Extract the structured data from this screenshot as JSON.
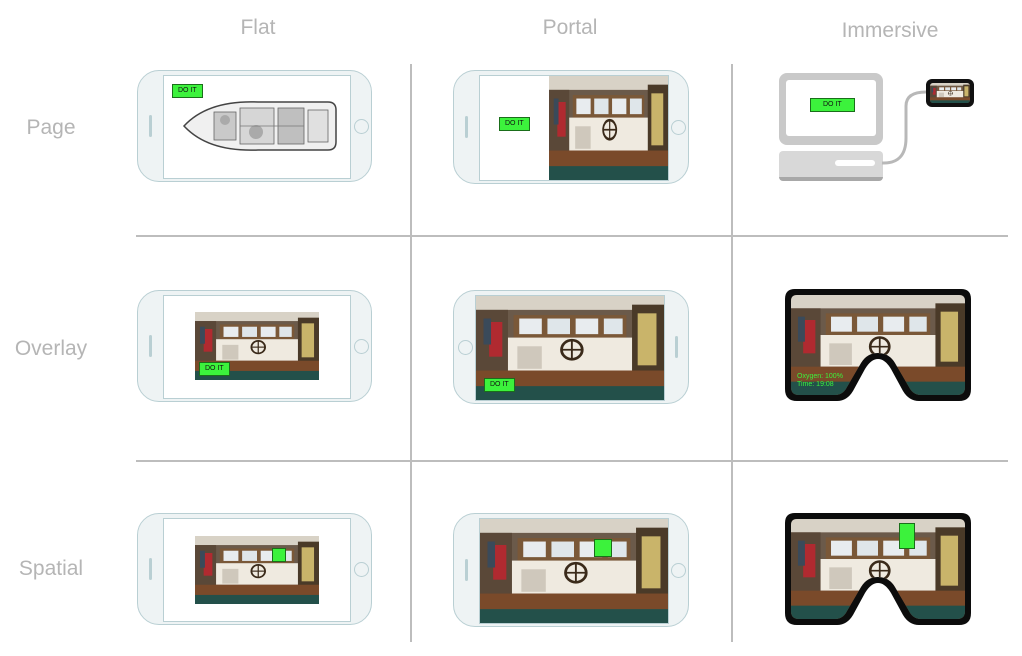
{
  "columns": {
    "flat": "Flat",
    "portal": "Portal",
    "immersive": "Immersive"
  },
  "rows": {
    "page": "Page",
    "overlay": "Overlay",
    "spatial": "Spatial"
  },
  "button_label": "DO IT",
  "hud": {
    "oxygen": "Oxygen: 100%",
    "time": "Time: 19:08"
  },
  "colors": {
    "button": "#3cf23c",
    "hud_text": "#3cf23c",
    "grid": "#bdbdbd",
    "header_text": "#b5b5b5",
    "phone_outline": "#b9cfd3"
  }
}
